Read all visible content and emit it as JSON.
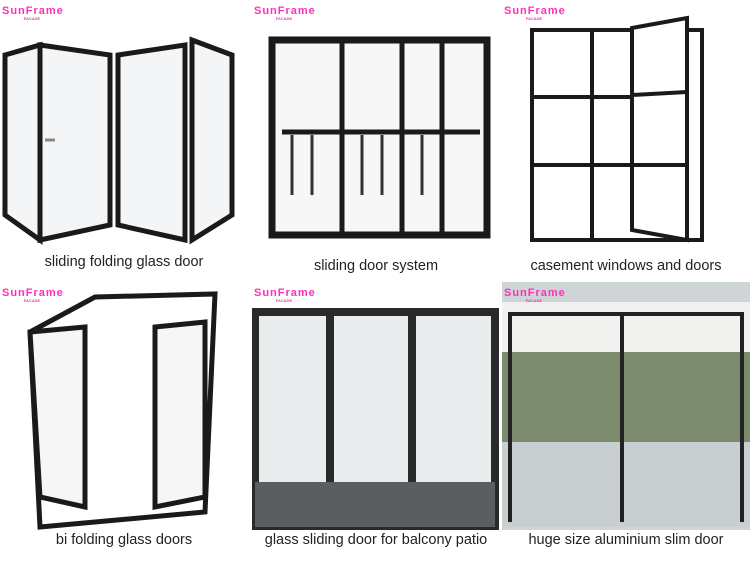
{
  "brand": {
    "logo_text": "SunFrame"
  },
  "products": [
    {
      "caption": "sliding folding glass door"
    },
    {
      "caption": "sliding door system"
    },
    {
      "caption": "casement windows and doors"
    },
    {
      "caption": "bi folding glass doors"
    },
    {
      "caption": "glass sliding door for balcony patio"
    },
    {
      "caption": "huge size aluminium slim door"
    }
  ],
  "colors": {
    "frame": "#1a1a1a",
    "logo": "#ff2fb8",
    "glass": "#f3f4f5"
  }
}
